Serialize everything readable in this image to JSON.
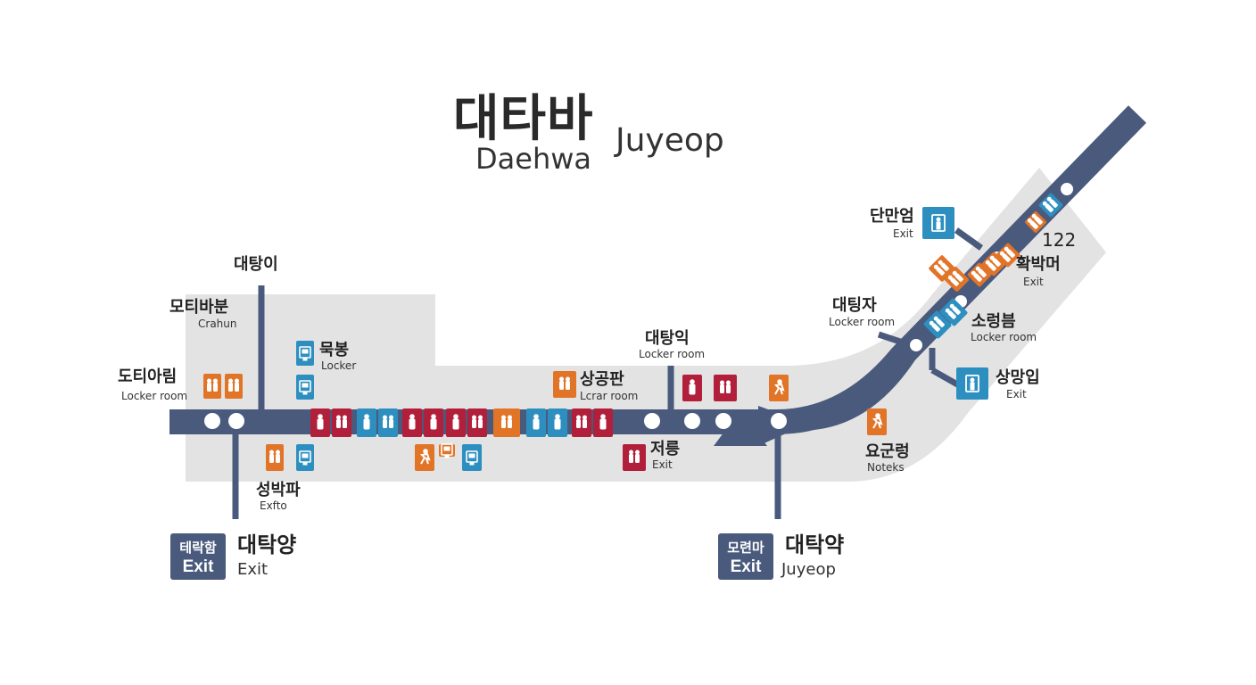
{
  "colors": {
    "line": "#4a5a7d",
    "area": "#e3e3e3",
    "red": "#b21f3a",
    "blue": "#2d8fc0",
    "orange": "#e27428",
    "station": "#ffffff"
  },
  "title": {
    "ko": "대타바",
    "en": "Daehwa",
    "side": "Juyeop"
  },
  "labels": {
    "daetangi": "대탕이",
    "motibabun": "모티바분",
    "motibabun_en": "Crahun",
    "dotiarim": "도티아림",
    "dotiarim_en": "Locker room",
    "mukbong": "묵봉",
    "mukbong_en": "Locker",
    "seongbakpa": "성박파",
    "seongbakpa_en": "Exfto",
    "daetangik": "대탕익",
    "daetangik_en": "Locker room",
    "sanggongpan": "상공판",
    "sanggongpan_en": "Lcrar room",
    "jeoreung": "저릉",
    "jeoreung_en": "Exit",
    "danmanum": "단만엄",
    "danmanum_en": "Exit",
    "num_122": "122",
    "hwakbakmeo": "확박머",
    "hwakbakmeo_en": "Exit",
    "daetingja": "대팅자",
    "daetingja_en": "Locker room",
    "soryeongbeum": "소렁븜",
    "soryeongbeum_en": "Locker room",
    "sangmangeop": "상망입",
    "sangmangeop_en": "Exit",
    "yogunreong": "요군렁",
    "yogunreong_en": "Noteks"
  },
  "exits": [
    {
      "badge_ko": "테락함",
      "badge_en": "Exit",
      "name_ko": "대탁양",
      "name_en": "Exit"
    },
    {
      "badge_ko": "모련마",
      "badge_en": "Exit",
      "name_ko": "대탁약",
      "name_en": "Juyeop"
    }
  ],
  "icons": {
    "person_pair": "person-pair-icon",
    "person_single": "person-single-icon",
    "locker": "locker-icon",
    "running": "running-person-icon",
    "exit_door": "exit-door-icon"
  }
}
